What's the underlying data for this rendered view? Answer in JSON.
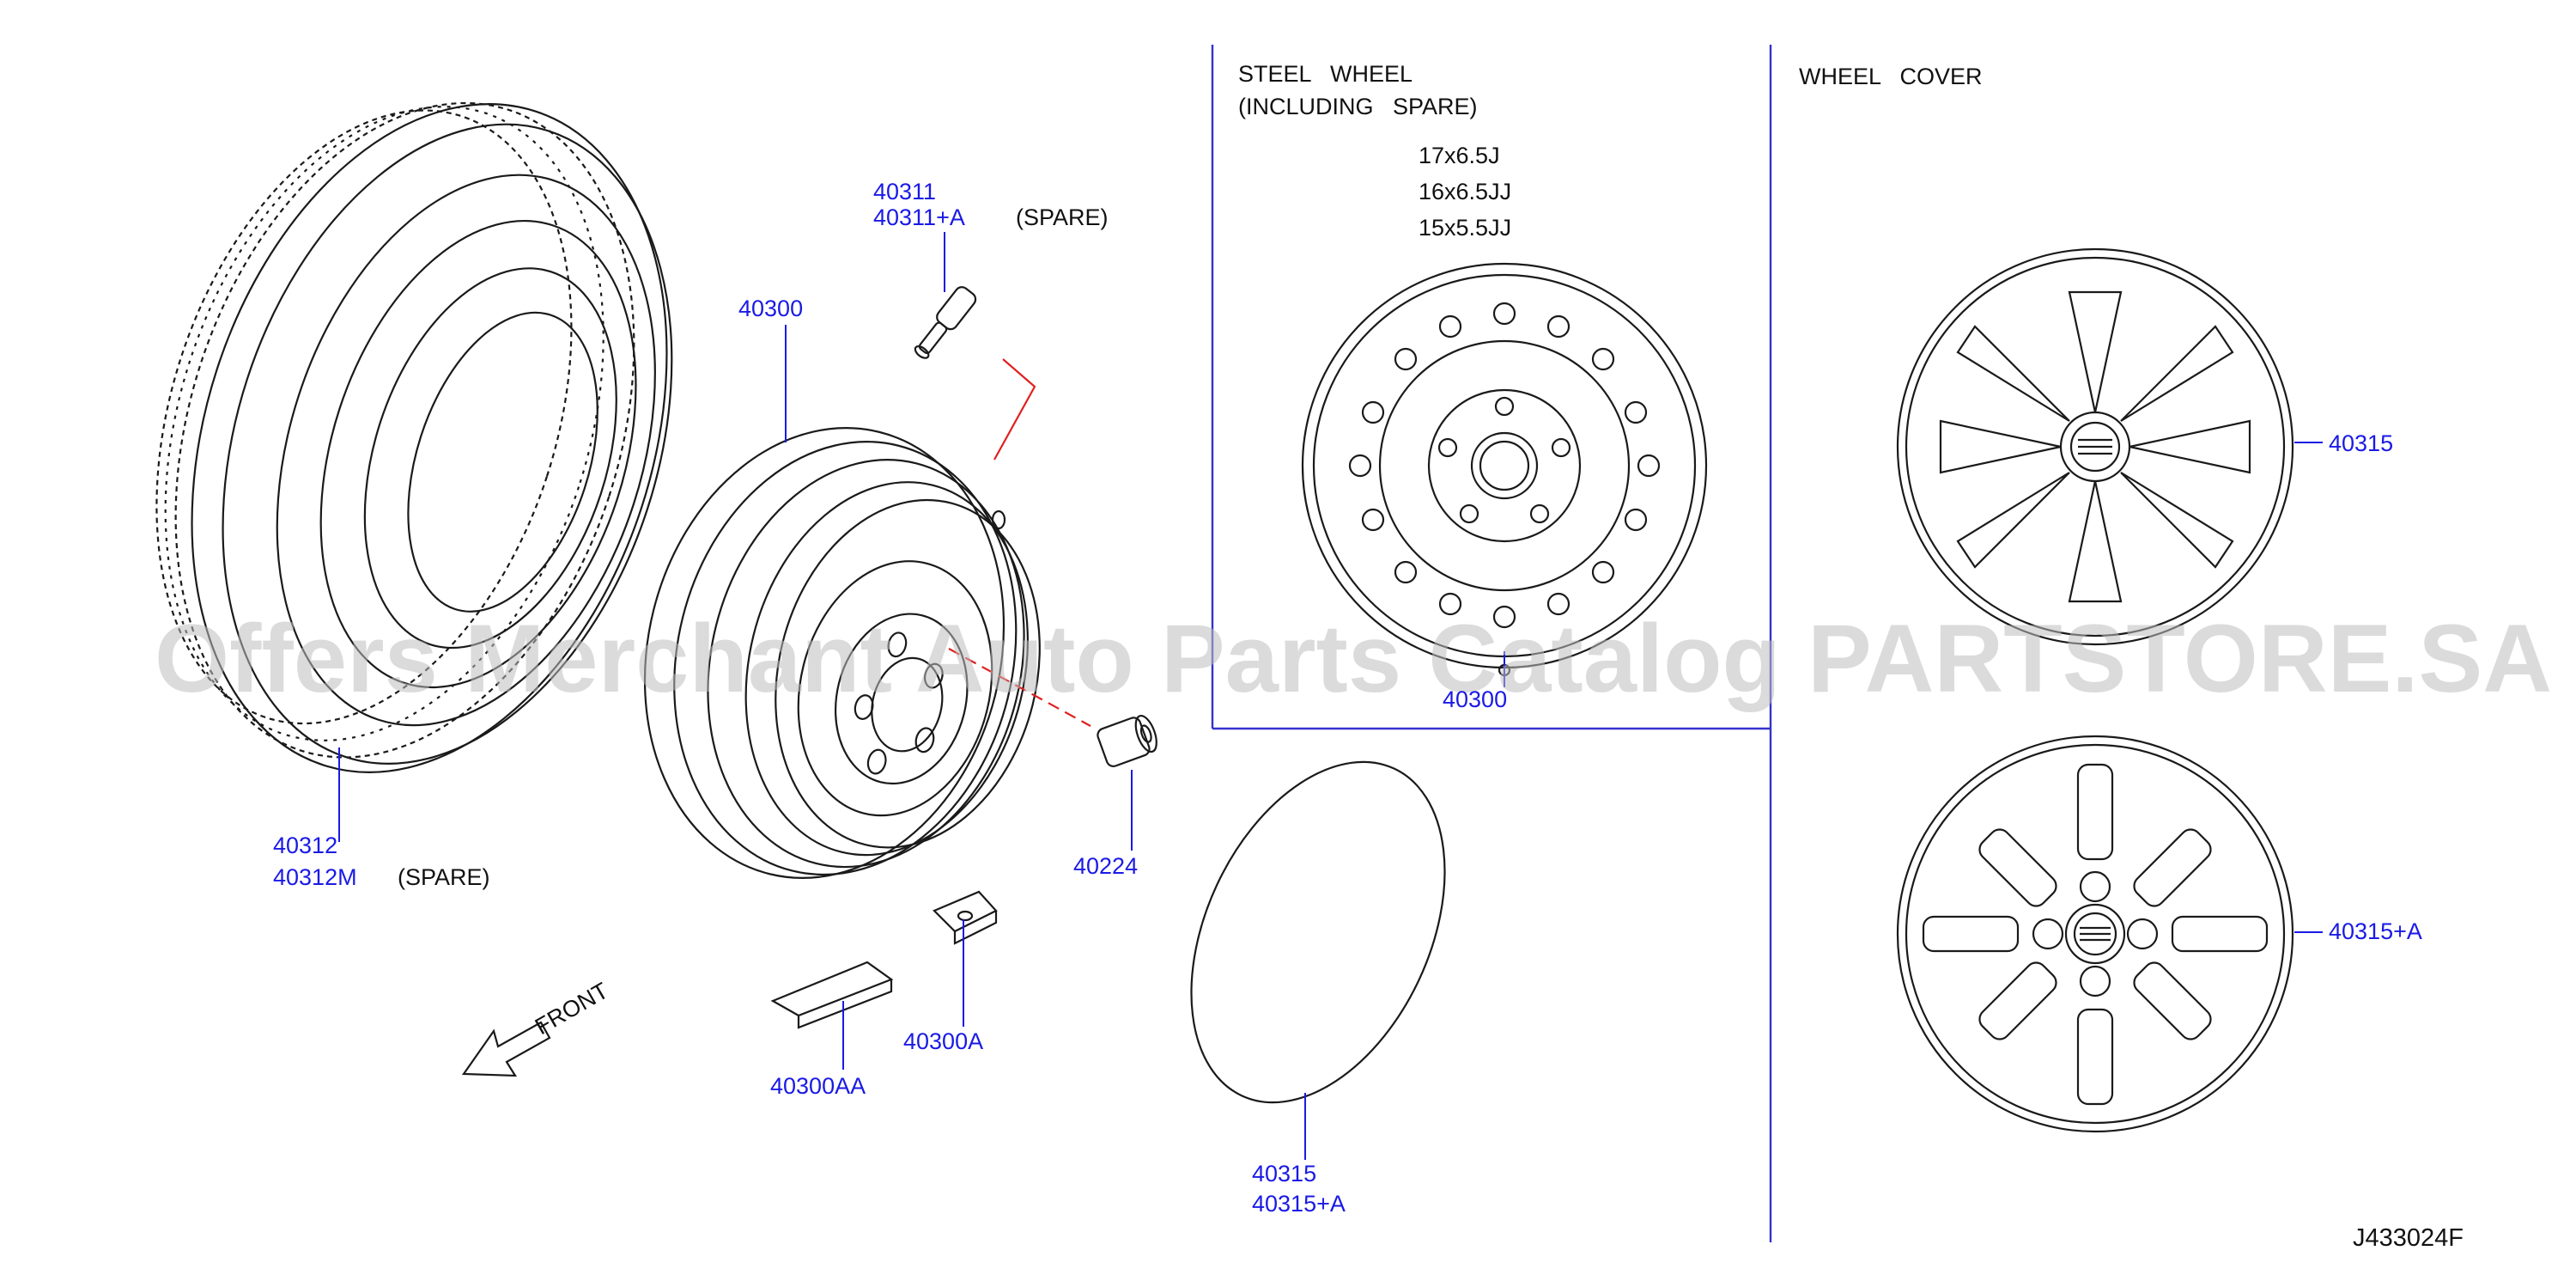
{
  "sections": {
    "steel_wheel_title_1": "STEEL   WHEEL",
    "steel_wheel_title_2": "(INCLUDING   SPARE)",
    "wheel_cover_title": "WHEEL   COVER"
  },
  "wheel_sizes": [
    "17x6.5J",
    "16x6.5JJ",
    "15x5.5JJ"
  ],
  "callouts": {
    "valve_1": "40311",
    "valve_2": "40311+A",
    "valve_spare": "(SPARE)",
    "wheel_main": "40300",
    "tire_1": "40312",
    "tire_2": "40312M",
    "tire_spare": "(SPARE)",
    "nut": "40224",
    "balance_weight_a": "40300A",
    "balance_weight_aa": "40300AA",
    "center_cap_1": "40315",
    "center_cap_2": "40315+A",
    "steel_wheel": "40300",
    "cover_1": "40315",
    "cover_2": "40315+A"
  },
  "front_label": "FRONT",
  "diagram_code": "J433024F",
  "watermark": "Offers Merchant Auto Parts Catalog PARTSTORE.SA",
  "colors": {
    "callout": "#1a1ae6",
    "leader_red": "#e02020",
    "frame": "#3333cc",
    "line": "#1a1a1a"
  }
}
